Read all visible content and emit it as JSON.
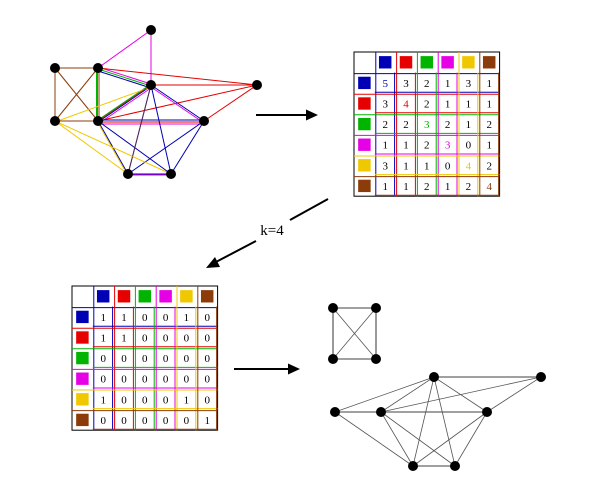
{
  "colors": {
    "blue": "#0000b4",
    "red": "#e60000",
    "green": "#00b400",
    "magenta": "#e600e6",
    "yellow": "#f0c800",
    "brown": "#8c3c0a"
  },
  "color_order": [
    "blue",
    "red",
    "green",
    "magenta",
    "yellow",
    "brown"
  ],
  "arrow_label": "k=4",
  "matrix_top": {
    "rows": [
      [
        "5",
        "3",
        "2",
        "1",
        "3",
        "1"
      ],
      [
        "3",
        "4",
        "2",
        "1",
        "1",
        "1"
      ],
      [
        "2",
        "2",
        "3",
        "2",
        "1",
        "2"
      ],
      [
        "1",
        "1",
        "2",
        "3",
        "0",
        "1"
      ],
      [
        "3",
        "1",
        "1",
        "0",
        "4",
        "2"
      ],
      [
        "1",
        "1",
        "2",
        "1",
        "2",
        "4"
      ]
    ]
  },
  "matrix_bottom": {
    "rows": [
      [
        "1",
        "1",
        "0",
        "0",
        "1",
        "0"
      ],
      [
        "1",
        "1",
        "0",
        "0",
        "0",
        "0"
      ],
      [
        "0",
        "0",
        "0",
        "0",
        "0",
        "0"
      ],
      [
        "0",
        "0",
        "0",
        "0",
        "0",
        "0"
      ],
      [
        "1",
        "0",
        "0",
        "0",
        "1",
        "0"
      ],
      [
        "0",
        "0",
        "0",
        "0",
        "0",
        "1"
      ]
    ]
  }
}
